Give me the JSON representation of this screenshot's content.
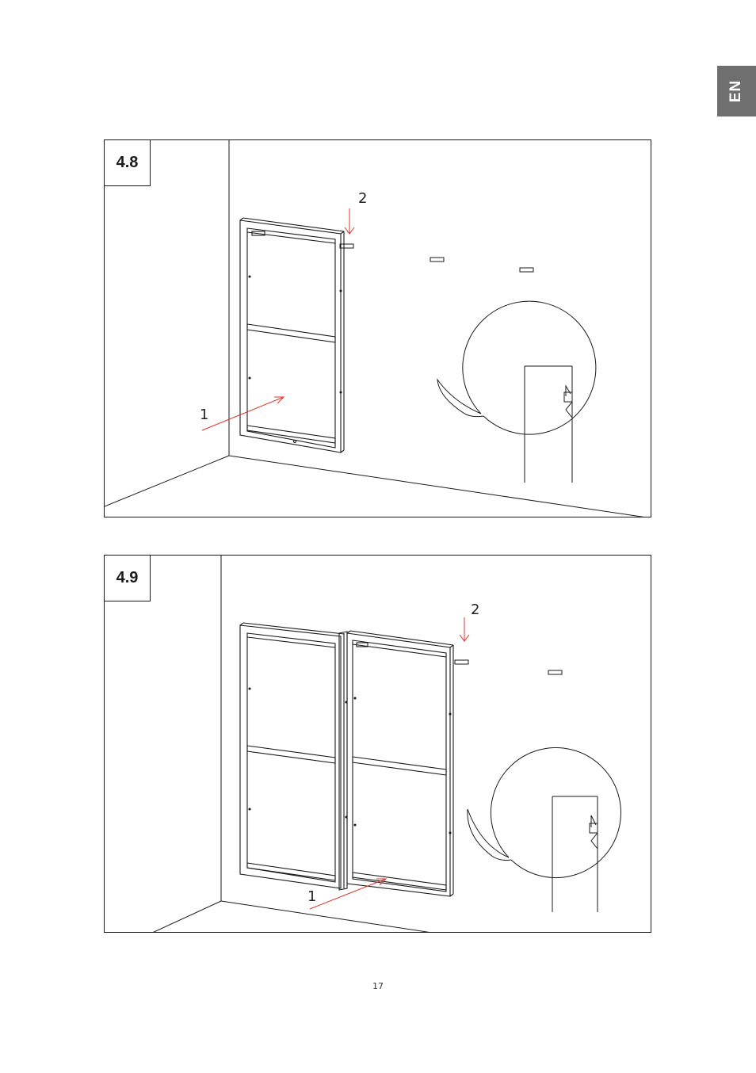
{
  "language_tab": "EN",
  "steps": [
    {
      "number": "4.8",
      "callouts": {
        "one": "1",
        "two": "2"
      }
    },
    {
      "number": "4.9",
      "callouts": {
        "one": "1",
        "two": "2"
      }
    }
  ],
  "page_number": "17",
  "colors": {
    "arrow": "#e0342a",
    "line": "#1a1a1a",
    "tab": "#6f6f6f"
  }
}
